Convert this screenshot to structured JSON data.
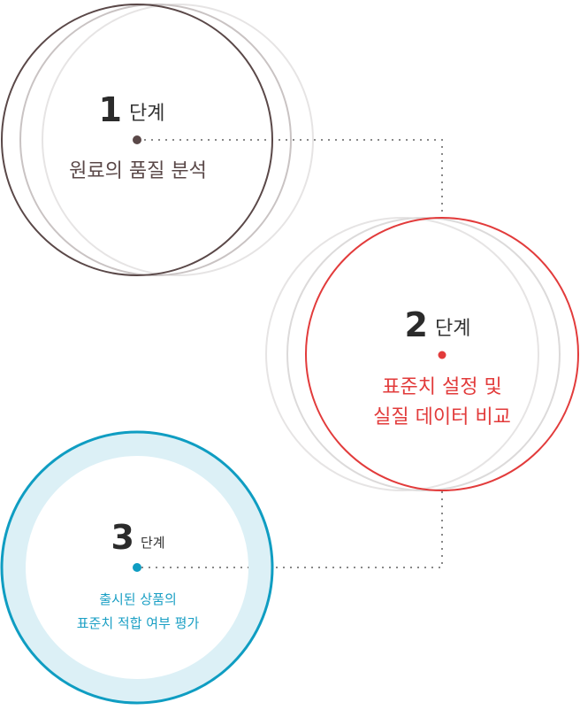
{
  "colors": {
    "step1": "#5a4848",
    "step2": "#e23b3b",
    "step3": "#0f9dc2",
    "step3_ring": "#dcf0f6",
    "connector": "#888888",
    "ghost": "#d8d6d6"
  },
  "steps": [
    {
      "number": "1",
      "unit": "단계",
      "lines": [
        "원료의 품질 분석"
      ]
    },
    {
      "number": "2",
      "unit": "단계",
      "lines": [
        "표준치 설정 및",
        "실질 데이터 비교"
      ]
    },
    {
      "number": "3",
      "unit": "단계",
      "lines": [
        "출시된 상품의",
        "표준치 적합 여부 평가"
      ]
    }
  ]
}
